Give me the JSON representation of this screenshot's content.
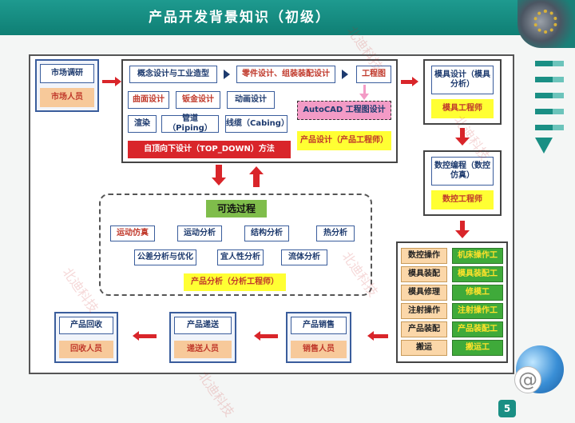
{
  "title": "产品开发背景知识（初级）",
  "page_number": "5",
  "market": {
    "title": "市场调研",
    "person": "市场人员"
  },
  "design": {
    "concept": "概念设计与工业造型",
    "parts": "零件设计、组装装配设计",
    "drawing": "工程图",
    "surface": "曲面设计",
    "sheet": "钣金设计",
    "animation": "动画设计",
    "render": "渲染",
    "piping": "管道（Piping）",
    "cabling": "线缆（Cabing）",
    "topdown": "自顶向下设计（TOP_DOWN）方法",
    "autocad": "AutoCAD 工程图设计",
    "role": "产品设计（产品工程师）"
  },
  "mold": {
    "title": "模具设计（模具分析）",
    "role": "模具工程师"
  },
  "nc": {
    "title": "数控编程（数控仿真）",
    "role": "数控工程师"
  },
  "process": {
    "title": "可选过程",
    "items": [
      "运动仿真",
      "运动分析",
      "结构分析",
      "热分析",
      "公差分析与优化",
      "宜人性分析",
      "流体分析"
    ],
    "role": "产品分析（分析工程师）"
  },
  "manufacturing": {
    "left": [
      "数控操作",
      "模具装配",
      "模具修理",
      "注射操作",
      "产品装配",
      "搬运"
    ],
    "right": [
      "机床操作工",
      "模具装配工",
      "修模工",
      "注射操作工",
      "产品装配工",
      "搬运工"
    ]
  },
  "sales": {
    "title": "产品销售",
    "person": "销售人员"
  },
  "delivery": {
    "title": "产品递送",
    "person": "递送人员"
  },
  "recycle": {
    "title": "产品回收",
    "person": "回收人员"
  },
  "watermark": "北迪科技"
}
